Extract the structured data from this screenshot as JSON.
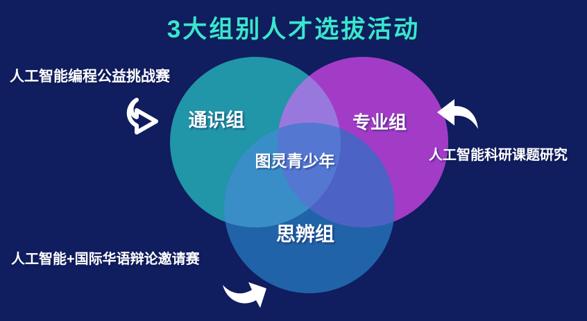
{
  "title": "3大组别人才选拔活动",
  "colors": {
    "background": "#101d5e",
    "title": "#3be5d0",
    "text": "#ffffff",
    "circle_general": "#2096a8",
    "circle_professional": "#a23cc6",
    "circle_debate": "#2063a8",
    "overlap_general_professional": "#9878dc",
    "overlap_general_debate": "#3a8ec8",
    "overlap_professional_debate": "#4c63c5",
    "overlap_center": "#5478d2",
    "arrow": "#ffffff"
  },
  "venn": {
    "circles": [
      {
        "id": "general",
        "label": "通识组"
      },
      {
        "id": "professional",
        "label": "专业组"
      },
      {
        "id": "debate",
        "label": "思辨组"
      }
    ],
    "center_label": "图灵青少年"
  },
  "annotations": [
    {
      "id": "general-annotation",
      "text": "人工智能编程公益挑战赛"
    },
    {
      "id": "professional-annotation",
      "text": "人工智能科研课题研究"
    },
    {
      "id": "debate-annotation",
      "text": "人工智能+国际华语辩论邀请赛"
    }
  ],
  "icons": [
    {
      "name": "curved-arrow-right-outline-icon"
    },
    {
      "name": "reply-arrow-left-icon"
    },
    {
      "name": "curved-arrow-up-right-icon"
    }
  ]
}
